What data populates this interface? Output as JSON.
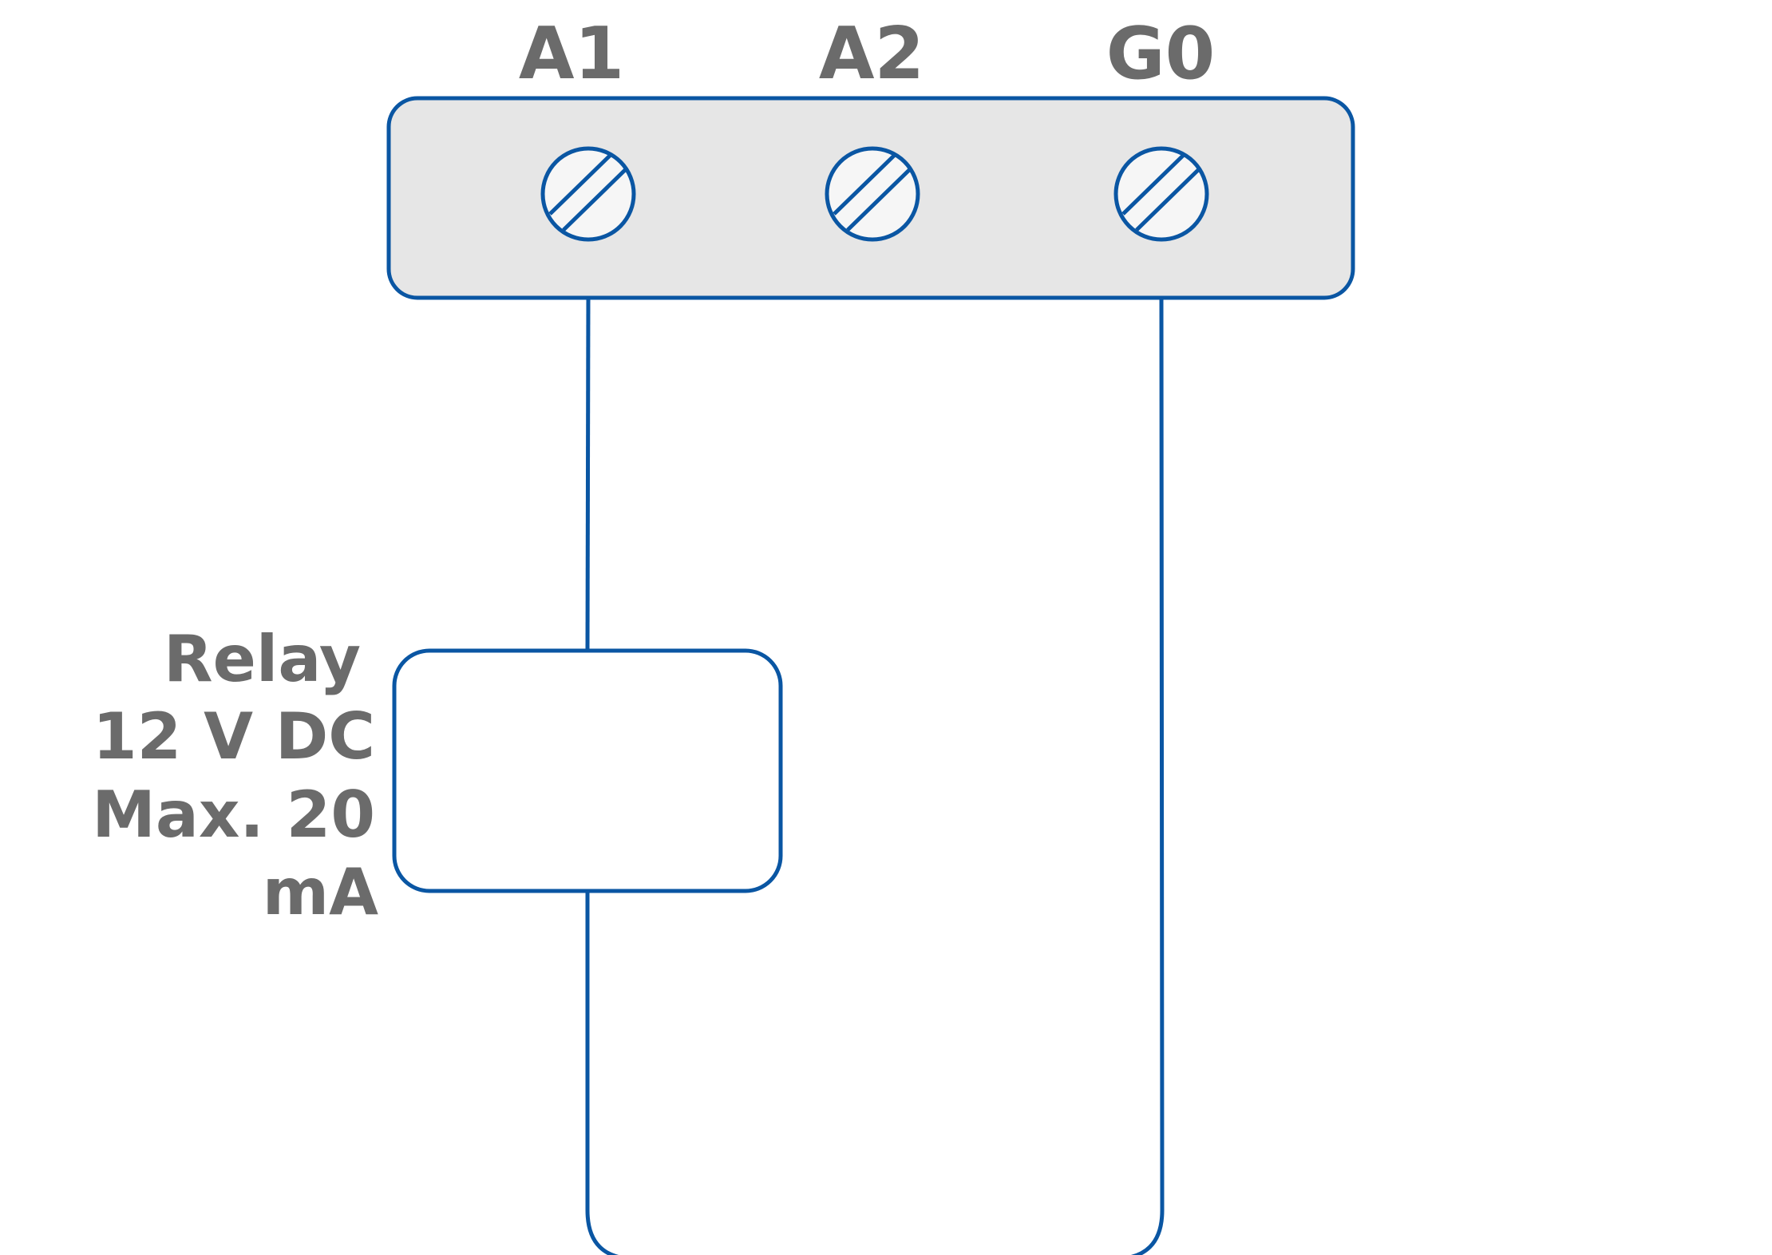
{
  "terminals": [
    {
      "id": "a1",
      "label": "A1"
    },
    {
      "id": "a2",
      "label": "A2"
    },
    {
      "id": "g0",
      "label": "G0"
    }
  ],
  "relay": {
    "lines": [
      "Relay",
      "12 V DC",
      "Max. 20",
      "mA"
    ]
  },
  "colors": {
    "stroke": "#0a56a3",
    "text": "#6b6b6b",
    "block_fill": "#e6e6e6",
    "screw_fill": "#f6f6f6",
    "relay_fill": "#ffffff"
  }
}
